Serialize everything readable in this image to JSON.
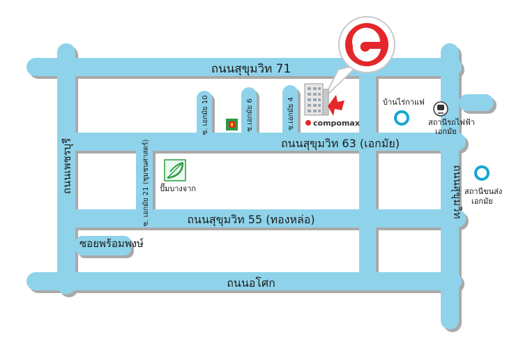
{
  "roads": {
    "sukhumvit71": "ถนนสุขุมวิท 71",
    "sukhumvit63": "ถนนสุขุมวิท 63 (เอกมัย)",
    "sukhumvit55": "ถนนสุขุมวิท 55 (ทองหล่อ)",
    "phetchaburi": "ถนนเพชรบุรี",
    "sukhumvit": "ถนนสุขุมวิท",
    "asoke": "ถนนอโศก",
    "soi_phrom_phong": "ซอยพร้อมพงษ์",
    "ekkamai10": "ซ. เอกมัย 10",
    "ekkamai6": "ซ.เอกมัย 6",
    "ekkamai4": "ซ.เอกมัย 4",
    "ekkamai21": "ซ. เอกมัย 21 (ชุมชนศาสตร์)"
  },
  "places": {
    "coffee": "บ้านไร่กาแฟ",
    "bts_line1": "สถานีรถไฟฟ้า",
    "bts_line2": "เอกมัย",
    "bus_line1": "สถานีขนส่ง",
    "bus_line2": "เอกมัย",
    "gas": "ปั๊มบางจาก",
    "company": "compomax"
  },
  "colors": {
    "road_fill": "#8fd3ea",
    "road_edge": "#a3a3a3",
    "ring": "#13a7cf",
    "brand_red": "#e3272b",
    "gas_green": "#2a9a3e"
  },
  "icons": [
    "logo-bubble-icon",
    "building-icon",
    "arrow-icon",
    "gas-station-icon",
    "train-icon",
    "ring-marker-icon",
    "shop-icon"
  ]
}
